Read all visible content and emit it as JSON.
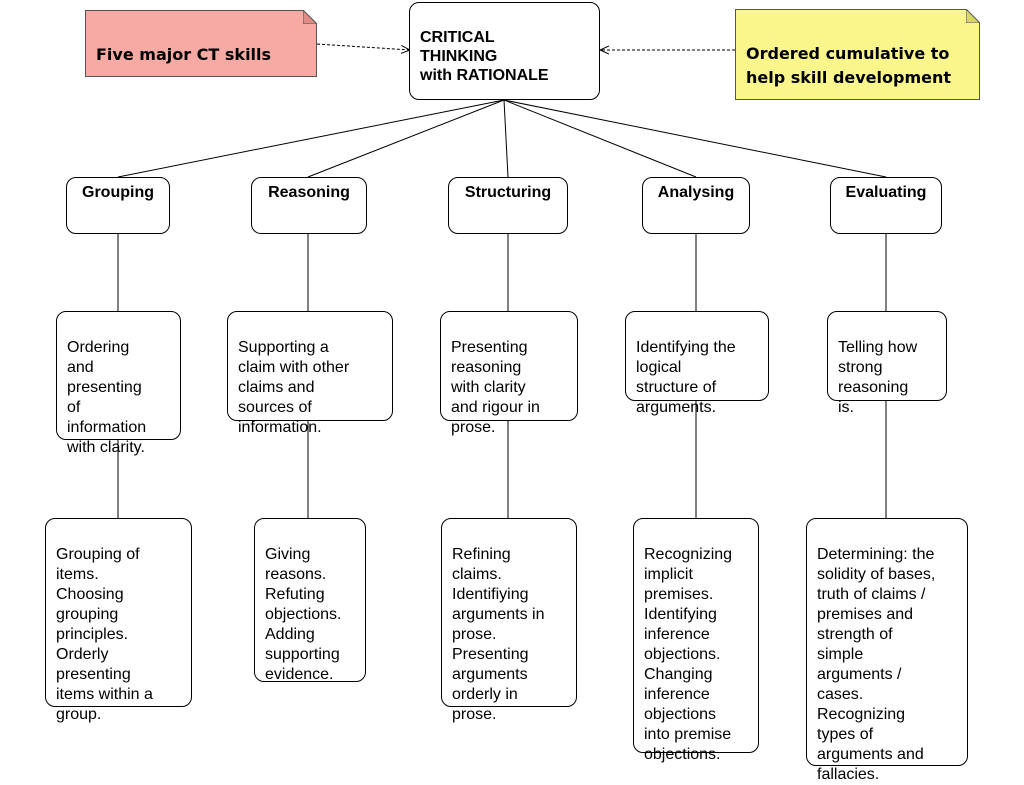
{
  "root": {
    "label": "CRITICAL\nTHINKING\nwith RATIONALE"
  },
  "notes": {
    "left": {
      "text": "Five major CT skills",
      "color": "#f7a9a4"
    },
    "right": {
      "text": "Ordered cumulative to\nhelp skill development",
      "color": "#fbf68c"
    }
  },
  "skills": [
    {
      "name": "Grouping",
      "summary": "Ordering\nand\npresenting\nof\ninformation\nwith clarity.",
      "detail": "Grouping of\nitems.\nChoosing\ngrouping\nprinciples.\nOrderly\npresenting\nitems within a\ngroup."
    },
    {
      "name": "Reasoning",
      "summary": "Supporting a\nclaim with other\nclaims and\nsources of\ninformation.",
      "detail": "Giving\nreasons.\nRefuting\nobjections.\nAdding\nsupporting\nevidence."
    },
    {
      "name": "Structuring",
      "summary": "Presenting\nreasoning\nwith clarity\nand rigour in\nprose.",
      "detail": "Refining\nclaims.\nIdentifiying\narguments in\nprose.\nPresenting\narguments\norderly in\nprose."
    },
    {
      "name": "Analysing",
      "summary": "Identifying the\nlogical\nstructure of\narguments.",
      "detail": "Recognizing\nimplicit\npremises.\nIdentifying\ninference\nobjections.\nChanging\ninference\nobjections\ninto premise\nobjections."
    },
    {
      "name": "Evaluating",
      "summary": "Telling how\nstrong\nreasoning\nis.",
      "detail": "Determining: the\nsolidity of bases,\ntruth of claims /\npremises and\nstrength of\nsimple\narguments /\ncases.\nRecognizing\ntypes of\narguments and\nfallacies."
    }
  ]
}
